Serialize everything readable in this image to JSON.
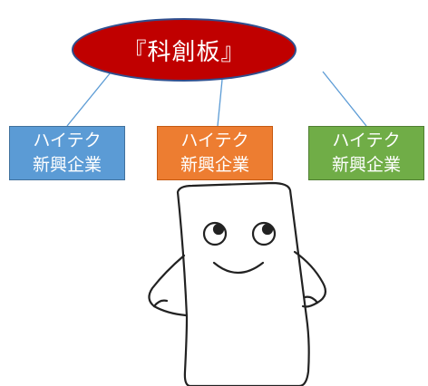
{
  "center": {
    "label": "『科創板』",
    "color": "#c00000"
  },
  "boxes": [
    {
      "line1": "ハイテク",
      "line2": "新興企業",
      "color": "#5b9bd5"
    },
    {
      "line1": "ハイテク",
      "line2": "新興企業",
      "color": "#ed7d31"
    },
    {
      "line1": "ハイテク",
      "line2": "新興企業",
      "color": "#70ad47"
    }
  ],
  "character": {
    "icon": "smiling-marshmallow-character-icon"
  }
}
